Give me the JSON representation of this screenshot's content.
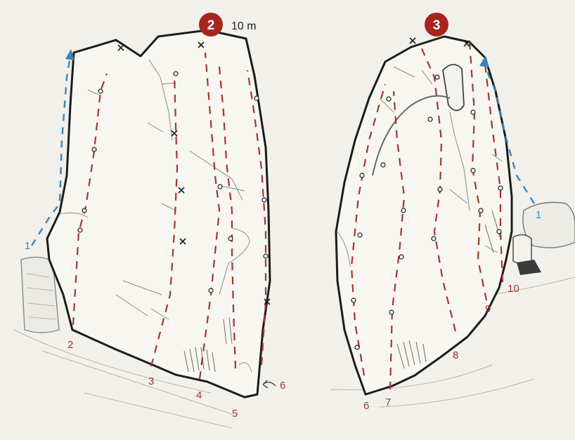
{
  "sectors": [
    {
      "label": "2",
      "height": "10 m"
    },
    {
      "label": "3"
    }
  ],
  "routes": [
    {
      "label": "1",
      "kind": "link"
    },
    {
      "label": "2"
    },
    {
      "label": "3"
    },
    {
      "label": "4"
    },
    {
      "label": "5"
    },
    {
      "label": "6"
    },
    {
      "label": "6"
    },
    {
      "label": "7"
    },
    {
      "label": "8"
    },
    {
      "label": "9"
    },
    {
      "label": "10"
    },
    {
      "label": "1",
      "kind": "link"
    }
  ],
  "colors": {
    "route_line": "#a8352c",
    "link_line": "#3a86b9",
    "outline": "#1c1c1c",
    "rock_fill": "#f7f6f1",
    "badge": "#a8241f"
  },
  "icons": [
    "return-arrow-icon"
  ]
}
